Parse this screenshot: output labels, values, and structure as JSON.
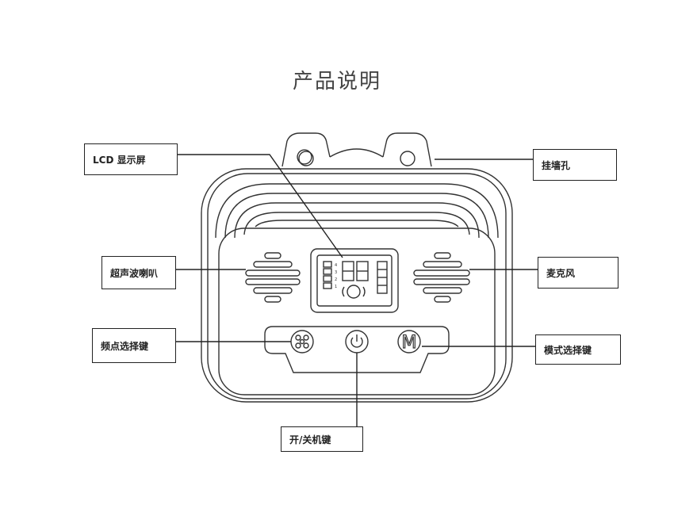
{
  "title": "产品说明",
  "labels": {
    "lcd": "LCD 显示屏",
    "hole": "挂墙孔",
    "speaker": "超声波喇叭",
    "mic": "麦克风",
    "freq": "频点选择键",
    "mode": "模式选择键",
    "power": "开/关机键"
  },
  "device": {
    "mode_button_glyph": "M",
    "lcd_level_numbers": [
      "4",
      "3",
      "2",
      "1"
    ]
  },
  "icons": [
    "paw-icon",
    "power-icon",
    "wave-icon"
  ]
}
